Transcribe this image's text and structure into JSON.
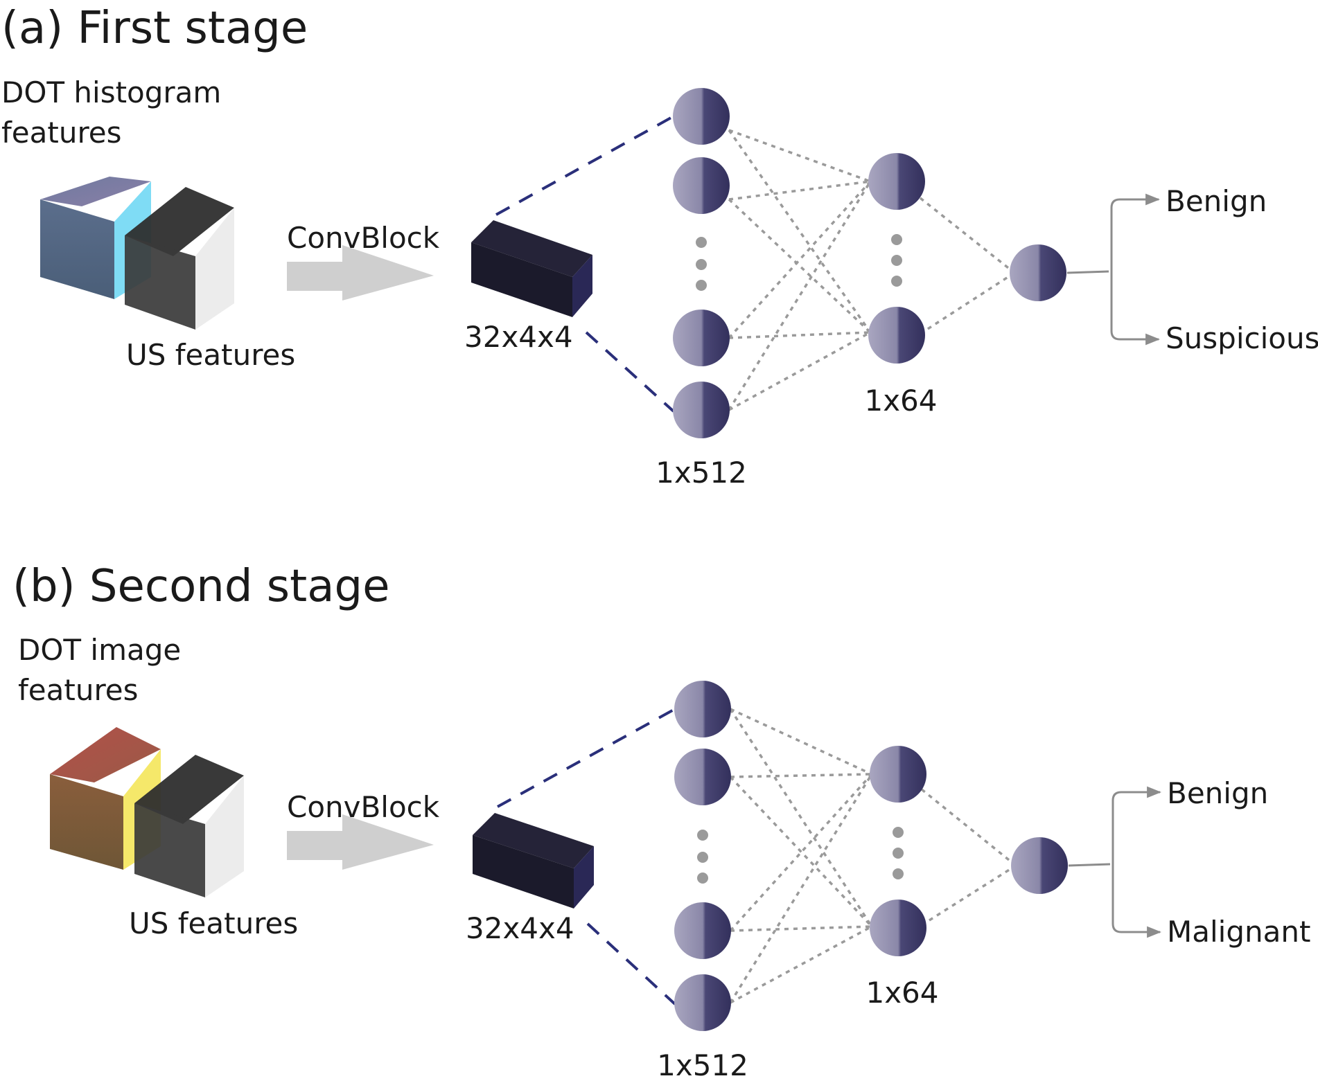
{
  "panels": [
    {
      "title": "(a) First stage",
      "input_label_line1": "DOT histogram",
      "input_label_line2": "features",
      "us_label": "US features",
      "conv_label": "ConvBlock",
      "tensor_label": "32x4x4",
      "layer1_label": "1x512",
      "layer2_label": "1x64",
      "output_top": "Benign",
      "output_bottom": "Suspicious",
      "input_cube_colors": {
        "front": "#4f6382",
        "top": "#7a789c",
        "side": "#7fdcf5"
      }
    },
    {
      "title": "(b) Second stage",
      "input_label_line1": "DOT image",
      "input_label_line2": "features",
      "us_label": "US features",
      "conv_label": "ConvBlock",
      "tensor_label": "32x4x4",
      "layer1_label": "1x512",
      "layer2_label": "1x64",
      "output_top": "Benign",
      "output_bottom": "Malignant",
      "input_cube_colors": {
        "front": "#7a5a3a",
        "top": "#a8544a",
        "side": "#f5e86a"
      }
    }
  ],
  "colors": {
    "neuron_dark": "#3d3a66",
    "neuron_light": "#a3a0bb",
    "dashed_blue": "#2a2f7a",
    "dotted_grey": "#9a9a9a",
    "arrow_grey": "#cfcfcf",
    "tensor_dark": "#1b1a2b",
    "us_cube_front": "#3a3a3a",
    "us_cube_side": "#ececec"
  }
}
